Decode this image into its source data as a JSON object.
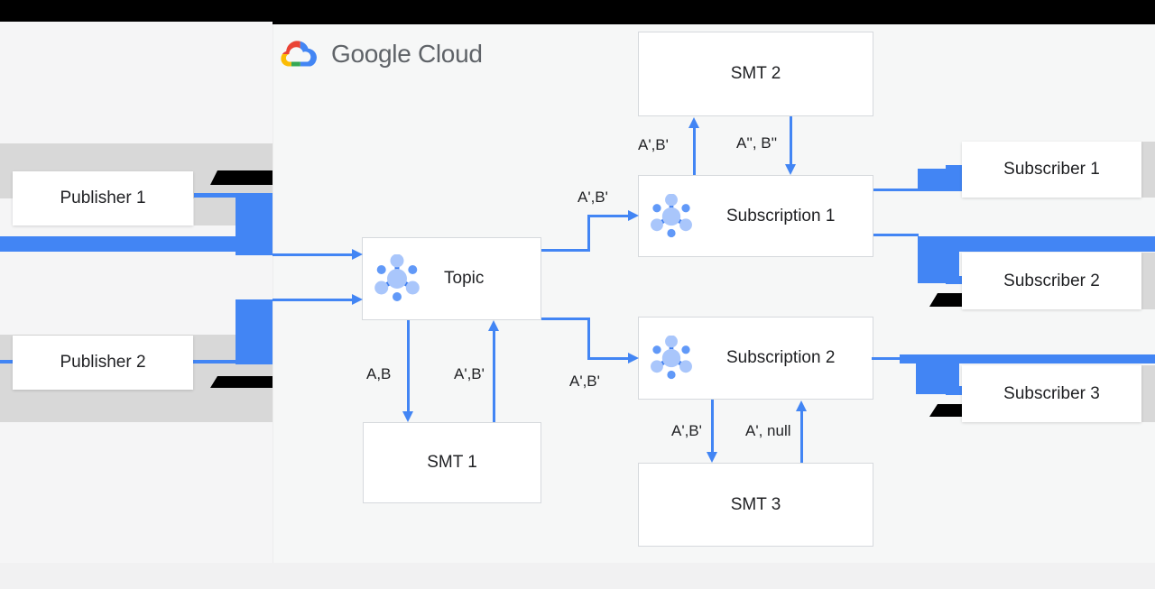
{
  "logo": {
    "text": "Google Cloud"
  },
  "nodes": {
    "publisher1": "Publisher 1",
    "publisher2": "Publisher 2",
    "topic": "Topic",
    "smt1": "SMT 1",
    "smt2": "SMT 2",
    "smt3": "SMT 3",
    "subscription1": "Subscription 1",
    "subscription2": "Subscription 2",
    "subscriber1": "Subscriber 1",
    "subscriber2": "Subscriber 2",
    "subscriber3": "Subscriber 3"
  },
  "edge_labels": {
    "topic_to_smt1": "A,B",
    "smt1_to_topic": "A',B'",
    "topic_to_sub1": "A',B'",
    "topic_to_sub2": "A',B'",
    "sub1_to_smt2": "A',B'",
    "smt2_to_sub1": "A'', B''",
    "sub2_to_smt3": "A',B'",
    "smt3_to_sub2": "A', null"
  },
  "colors": {
    "arrow_blue": "#4285f4",
    "band_gray": "#d8d8d8",
    "google_red": "#ea4335",
    "google_blue": "#4285f4",
    "google_yellow": "#fbbc04",
    "google_green": "#34a853",
    "logo_text_gray": "#5f6368"
  }
}
